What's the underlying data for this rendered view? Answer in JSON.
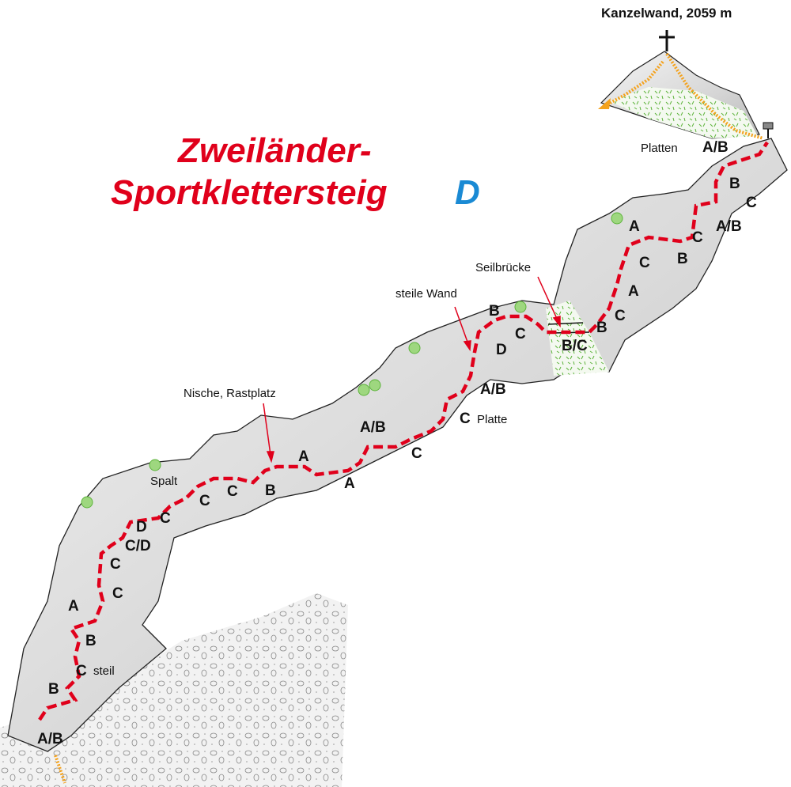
{
  "title": {
    "line1": "Zweiländer-",
    "line2": "Sportklettersteig",
    "difficulty": "D"
  },
  "summit": {
    "label": "Kanzelwand, 2059 m"
  },
  "annotations": {
    "platten": "Platten",
    "seilbruecke": "Seilbrücke",
    "steile_wand": "steile Wand",
    "nische": "Nische, Rastplatz",
    "spalt": "Spalt",
    "platte": "Platte",
    "steil": "steil"
  },
  "grades": [
    "A/B",
    "B",
    "C",
    "A/B",
    "C",
    "B",
    "A",
    "C",
    "A",
    "C",
    "B",
    "B/C",
    "B",
    "C",
    "D",
    "A/B",
    "C",
    "A/B",
    "C",
    "A",
    "A",
    "B",
    "C",
    "C",
    "C",
    "D",
    "C/D",
    "C",
    "C",
    "A",
    "B",
    "C",
    "B",
    "A/B"
  ],
  "colors": {
    "route": "#e0001b",
    "descent": "#f4a21c",
    "rock": "#d8d8d8",
    "grass": "#5cb33a",
    "title": "#e0001b",
    "grade_d": "#1a8ad4"
  }
}
